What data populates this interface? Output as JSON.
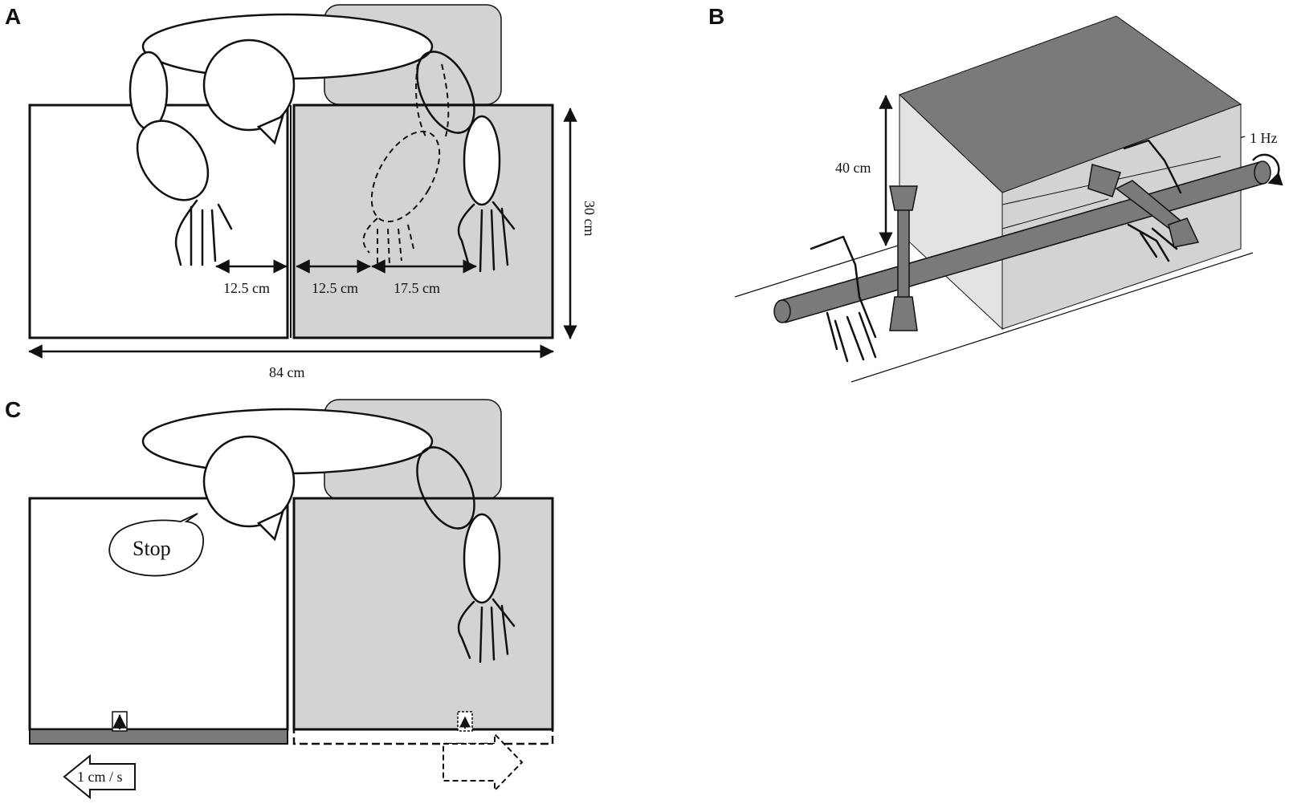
{
  "panels": {
    "a": {
      "letter": "A",
      "dim_left_gap": "12.5 cm",
      "dim_right_gap": "12.5 cm",
      "dim_right_reach": "17.5 cm",
      "dim_height": "30 cm",
      "dim_width": "84 cm"
    },
    "b": {
      "letter": "B",
      "dim_height": "40 cm",
      "frequency": "1 Hz"
    },
    "c": {
      "letter": "C",
      "speech": "Stop",
      "speed": "1 cm / s"
    }
  },
  "colors": {
    "box_fill": "#d3d3d3",
    "rod_fill": "#7a7a7a",
    "line": "#111111"
  }
}
